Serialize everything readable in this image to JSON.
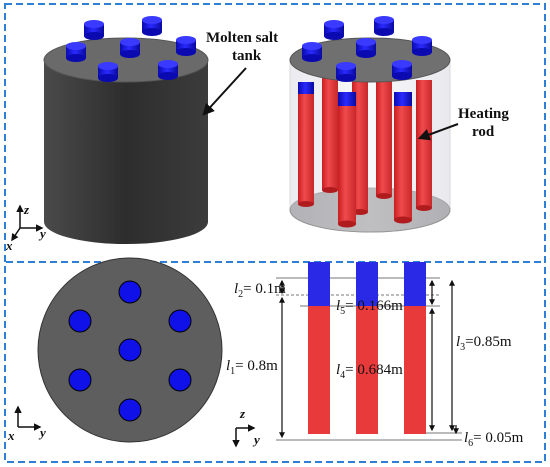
{
  "callouts": {
    "tank_line1": "Molten salt",
    "tank_line2": "tank",
    "rod_line1": "Heating",
    "rod_line2": "rod"
  },
  "axes_3d": {
    "z": "z",
    "y": "y",
    "x": "x"
  },
  "axes_top": {
    "x": "x",
    "y": "y"
  },
  "axes_side": {
    "z": "z",
    "y": "y"
  },
  "dimensions": {
    "l1": {
      "sym": "l",
      "sub": "1",
      "val": "= 0.8m"
    },
    "l2": {
      "sym": "l",
      "sub": "2",
      "val": "= 0.1m"
    },
    "l3": {
      "sym": "l",
      "sub": "3",
      "val": "=0.85m"
    },
    "l4": {
      "sym": "l",
      "sub": "4",
      "val": "= 0.684m"
    },
    "l5": {
      "sym": "l",
      "sub": "5",
      "val": "= 0.166m"
    },
    "l6": {
      "sym": "l",
      "sub": "6",
      "val": "= 0.05m"
    }
  },
  "colors": {
    "frame": "#2f7fd6",
    "tank_gray": "#5a5a5a",
    "tank_dark": "#3a3a3a",
    "rod_red": "#e8393b",
    "cap_blue": "#1010e0",
    "glass": "#e8e8ee"
  }
}
